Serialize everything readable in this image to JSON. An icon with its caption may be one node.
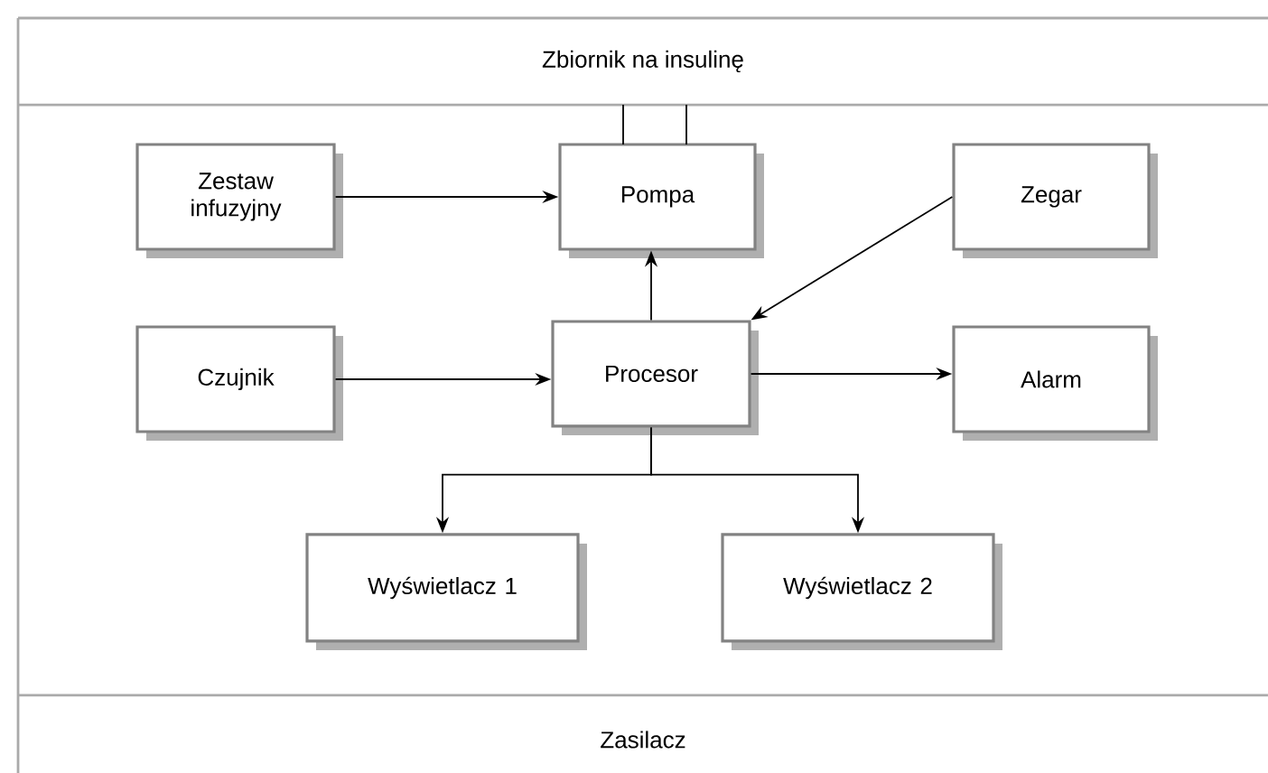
{
  "diagram": {
    "nodes": [
      {
        "text": [
          "Zbiornik na insulinę"
        ]
      },
      {
        "text": [
          "Zestaw infuzyjny"
        ]
      },
      {
        "text": [
          "Pompa"
        ]
      },
      {
        "text": [
          "Zegar"
        ]
      },
      {
        "text": [
          "Czujnik"
        ]
      },
      {
        "text": [
          "Procesor"
        ]
      },
      {
        "text": [
          "Alarm"
        ]
      },
      {
        "text": [
          "Wyświetlacz 1"
        ]
      },
      {
        "text": [
          "Wyświetlacz 2"
        ]
      },
      {
        "text": [
          "Zasilacz"
        ]
      }
    ],
    "edges": [
      {
        "from": 0,
        "to": 2,
        "arrow": "none"
      },
      {
        "from": 0,
        "to": 2,
        "arrow": "none"
      },
      {
        "from": 1,
        "to": 2,
        "arrow": "to"
      },
      {
        "from": 3,
        "to": 5,
        "arrow": "to"
      },
      {
        "from": 5,
        "to": 2,
        "arrow": "to"
      },
      {
        "from": 4,
        "to": 5,
        "arrow": "to"
      },
      {
        "from": 5,
        "to": 6,
        "arrow": "to"
      },
      {
        "from": 5,
        "to": 7,
        "arrow": "to"
      },
      {
        "from": 5,
        "to": 8,
        "arrow": "to"
      }
    ]
  }
}
